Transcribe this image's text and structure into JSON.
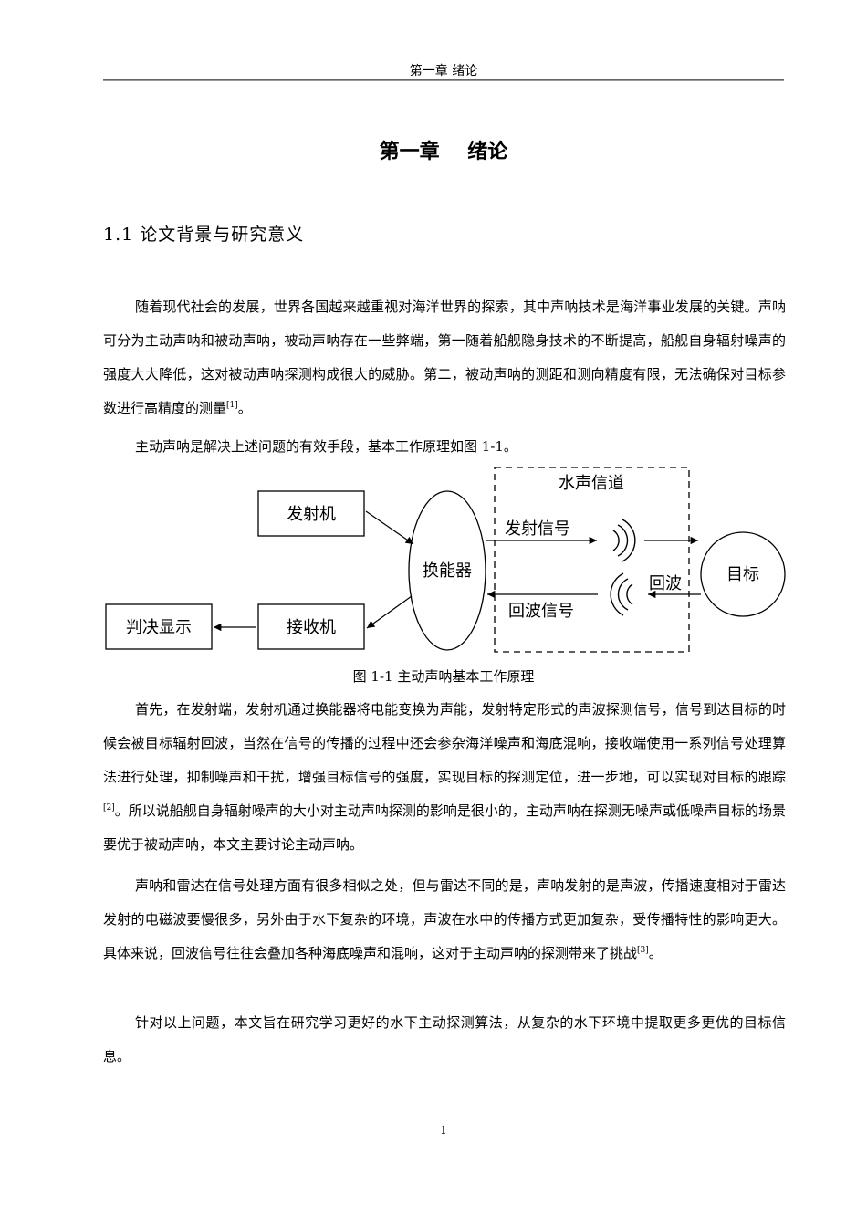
{
  "header": {
    "running_title": "第一章  绪论"
  },
  "chapter": {
    "title": "第一章    绪论"
  },
  "section": {
    "title": "1.1 论文背景与研究意义"
  },
  "paragraphs": {
    "p1": {
      "text": "随着现代社会的发展，世界各国越来越重视对海洋世界的探索，其中声呐技术是海洋事业发展的关键。声呐可分为主动声呐和被动声呐，被动声呐存在一些弊端，第一随着船舰隐身技术的不断提高，船舰自身辐射噪声的强度大大降低，这对被动声呐探测构成很大的威胁。第二，被动声呐的测距和测向精度有限，无法确保对目标参数进行高精度的测量",
      "ref": "[1]",
      "tail": "。"
    },
    "p2": {
      "text": "主动声呐是解决上述问题的有效手段，基本工作原理如图 1-1。"
    },
    "p3": {
      "text": "首先，在发射端，发射机通过换能器将电能变换为声能，发射特定形式的声波探测信号，信号到达目标的时候会被目标辐射回波，当然在信号的传播的过程中还会参杂海洋噪声和海底混响，接收端使用一系列信号处理算法进行处理，抑制噪声和干扰，增强目标信号的强度，实现目标的探测定位，进一步地，可以实现对目标的跟踪",
      "ref": "[2]",
      "tail": "。所以说船舰自身辐射噪声的大小对主动声呐探测的影响是很小的，主动声呐在探测无噪声或低噪声目标的场景要优于被动声呐，本文主要讨论主动声呐。"
    },
    "p4": {
      "text": "声呐和雷达在信号处理方面有很多相似之处，但与雷达不同的是，声呐发射的是声波，传播速度相对于雷达发射的电磁波要慢很多，另外由于水下复杂的环境，声波在水中的传播方式更加复杂，受传播特性的影响更大。具体来说，回波信号往往会叠加各种海底噪声和混响，这对于主动声呐的探测带来了挑战",
      "ref": "[3]",
      "tail": "。"
    },
    "p5": {
      "text": "针对以上问题，本文旨在研究学习更好的水下主动探测算法，从复杂的水下环境中提取更多更优的目标信息。"
    }
  },
  "figure": {
    "caption": "图 1-1 主动声呐基本工作原理",
    "labels": {
      "transmitter": "发射机",
      "receiver": "接收机",
      "display": "判决显示",
      "transducer": "换能器",
      "channel": "水声信道",
      "tx_signal": "发射信号",
      "echo_signal": "回波信号",
      "echo": "回波",
      "target": "目标"
    }
  },
  "footer": {
    "page_number": "1"
  }
}
